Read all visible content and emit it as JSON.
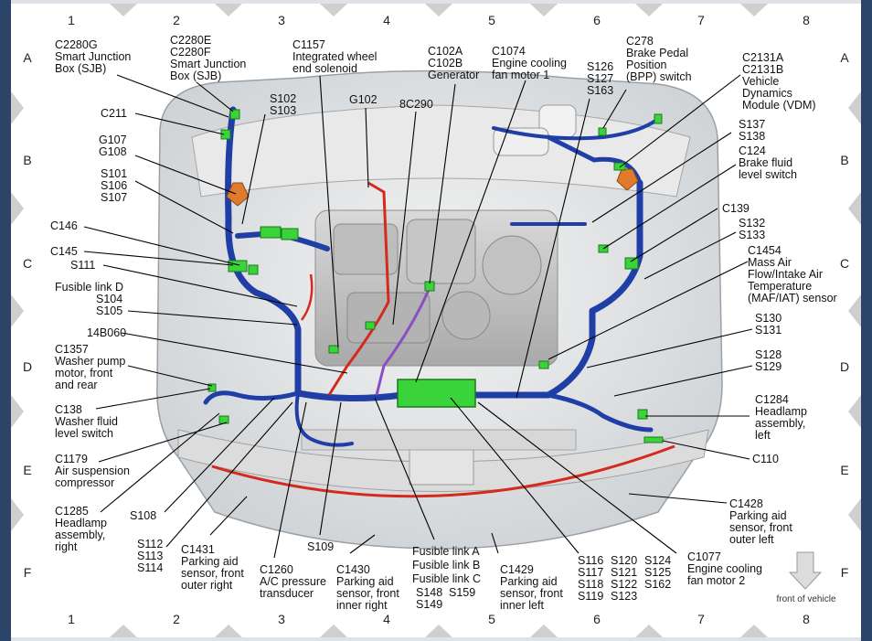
{
  "grid": {
    "columns": [
      "1",
      "2",
      "3",
      "4",
      "5",
      "6",
      "7",
      "8"
    ],
    "rows": [
      "A",
      "B",
      "C",
      "D",
      "E",
      "F"
    ]
  },
  "labels": {
    "c2280g": [
      "C2280G",
      "Smart Junction",
      "Box (SJB)"
    ],
    "c2280e": [
      "C2280E",
      "C2280F",
      "Smart Junction",
      "Box (SJB)"
    ],
    "s102": [
      "S102",
      "S103"
    ],
    "c1157": [
      "C1157",
      "Integrated wheel",
      "end solenoid"
    ],
    "c102a": [
      "C102A",
      "C102B",
      "Generator"
    ],
    "c1074": [
      "C1074",
      "Engine cooling",
      "fan motor 1"
    ],
    "s126": [
      "S126",
      "S127",
      "S163"
    ],
    "c278": [
      "C278",
      "Brake Pedal",
      "Position",
      "(BPP) switch"
    ],
    "c2131a": [
      "C2131A",
      "C2131B",
      "Vehicle",
      "Dynamics",
      "Module (VDM)"
    ],
    "c211": [
      "C211"
    ],
    "g102": [
      "G102"
    ],
    "c8c290": [
      "8C290"
    ],
    "s137": [
      "S137",
      "S138"
    ],
    "g107": [
      "G107",
      "G108"
    ],
    "c124": [
      "C124",
      "Brake fluid",
      "level switch"
    ],
    "s101": [
      "S101",
      "S106",
      "S107"
    ],
    "c139": [
      "C139"
    ],
    "c146": [
      "C146"
    ],
    "s132": [
      "S132",
      "S133"
    ],
    "c145": [
      "C145"
    ],
    "s111": [
      "S111"
    ],
    "c1454": [
      "C1454",
      "Mass Air",
      "Flow/Intake Air",
      "Temperature",
      "(MAF/IAT) sensor"
    ],
    "fusible_d": [
      "Fusible link D",
      "S104",
      "S105"
    ],
    "c14b060": [
      "14B060"
    ],
    "s130": [
      "S130",
      "S131"
    ],
    "c1357": [
      "C1357",
      "Washer pump",
      "motor, front",
      "and rear"
    ],
    "s128": [
      "S128",
      "S129"
    ],
    "c138": [
      "C138",
      "Washer fluid",
      "level switch"
    ],
    "c1284": [
      "C1284",
      "Headlamp",
      "assembly,",
      "left"
    ],
    "c1179": [
      "C1179",
      "Air suspension",
      "compressor"
    ],
    "c110": [
      "C110"
    ],
    "c1285": [
      "C1285",
      "Headlamp",
      "assembly,",
      "right"
    ],
    "s108": [
      "S108"
    ],
    "c1428": [
      "C1428",
      "Parking aid",
      "sensor, front",
      "outer left"
    ],
    "s112": [
      "S112",
      "S113",
      "S114"
    ],
    "c1431": [
      "C1431",
      "Parking aid",
      "sensor, front",
      "outer right"
    ],
    "c1260": [
      "C1260",
      "A/C pressure",
      "transducer"
    ],
    "s109": [
      "S109"
    ],
    "c1430": [
      "C1430",
      "Parking aid",
      "sensor, front",
      "inner right"
    ],
    "fusible_abc": [
      "Fusible link A",
      "Fusible link B",
      "Fusible link C"
    ],
    "s148": [
      "S148",
      "S149"
    ],
    "s159": [
      "S159"
    ],
    "c1429": [
      "C1429",
      "Parking aid",
      "sensor, front",
      "inner left"
    ],
    "s116": [
      "S116",
      "S117",
      "S118",
      "S119"
    ],
    "s120": [
      "S120",
      "S121",
      "S122",
      "S123"
    ],
    "s124": [
      "S124",
      "S125",
      "S162"
    ],
    "c1077": [
      "C1077",
      "Engine cooling",
      "fan motor 2"
    ],
    "front_of_vehicle": "front of vehicle"
  },
  "colors": {
    "harness_blue": "#1f3fa6",
    "wire_red": "#d42a1e",
    "wire_purple": "#8a4fc2",
    "connector_green": "#3ad43a",
    "ground_orange": "#e07a2c",
    "side_bar": "#2b4468"
  }
}
